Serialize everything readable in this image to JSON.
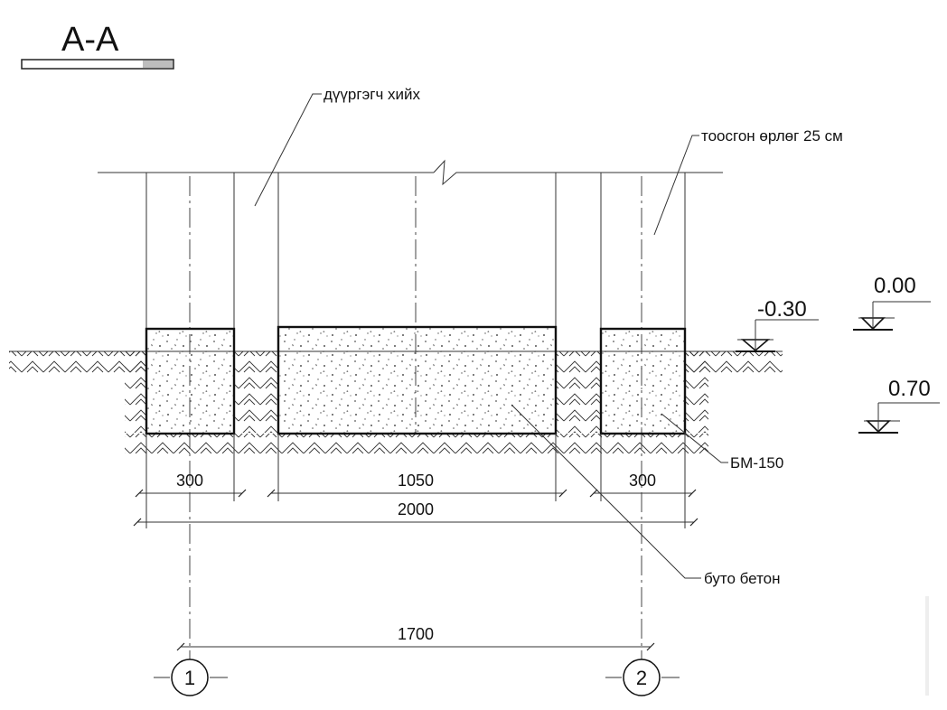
{
  "section": {
    "title": "A-A"
  },
  "labels": {
    "fill": "дүүргэгч хийх",
    "brick_wall": "тоосгон өрлөг 25 см",
    "grade": "БМ-150",
    "rubble_concrete": "буто бетон"
  },
  "dimensions": {
    "left_footing": "300",
    "center_block": "1050",
    "right_footing": "300",
    "overall": "2000",
    "axis_span": "1700"
  },
  "elevations": {
    "ground": "-0.30",
    "floor": "0.00",
    "bottom": "0.70"
  },
  "axes": {
    "axis_1": "1",
    "axis_2": "2"
  },
  "colors": {
    "line": "#222222",
    "concrete_speckle": "#555555",
    "paper": "#ffffff"
  }
}
